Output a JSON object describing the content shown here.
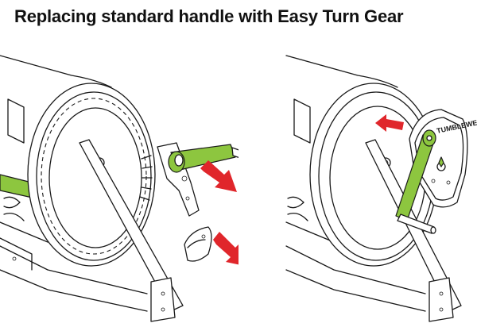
{
  "title": "Replacing standard handle with Easy Turn Gear",
  "colors": {
    "accent_green": "#8dc63f",
    "arrow_red": "#e0262b",
    "line": "#1a1a1a",
    "background": "#ffffff"
  },
  "left_panel": {
    "parts": [
      "tumbler-drum",
      "gear-ring",
      "standard-handle",
      "handle-bracket",
      "end-cap",
      "stand-leg"
    ],
    "arrows": [
      "remove-handle-arrow",
      "remove-cap-arrow"
    ]
  },
  "right_panel": {
    "parts": [
      "tumbler-drum",
      "easy-turn-gear-box",
      "crank-arm",
      "crank-knob",
      "stand-leg"
    ],
    "arrows": [
      "attach-gear-arrow"
    ],
    "gear_box_label": "TUMBLEWEED"
  }
}
